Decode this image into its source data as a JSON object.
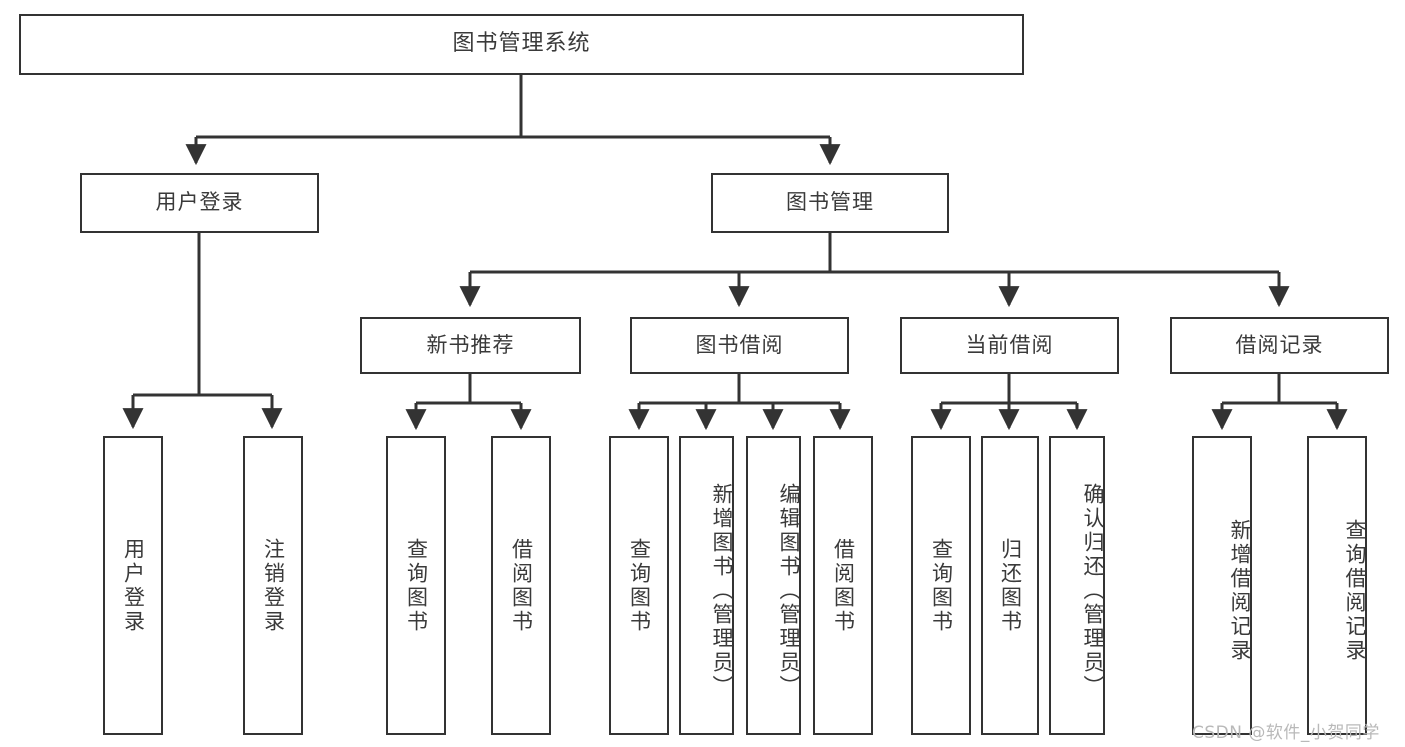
{
  "diagram": {
    "title": "图书管理系统",
    "type": "tree-hierarchy-diagram",
    "colors": {
      "box_border": "#333333",
      "box_fill": "#ffffff",
      "connector": "#333333",
      "text": "#3a3a3a",
      "watermark": "#b9b9b9",
      "background": "#ffffff"
    },
    "nodes": {
      "root": {
        "label": "图书管理系统"
      },
      "level2": [
        {
          "label": "用户登录"
        },
        {
          "label": "图书管理"
        }
      ],
      "level3": [
        {
          "label": "新书推荐"
        },
        {
          "label": "图书借阅"
        },
        {
          "label": "当前借阅"
        },
        {
          "label": "借阅记录"
        }
      ],
      "leaves": {
        "user_login": [
          {
            "label": "用户登录"
          },
          {
            "label": "注销登录"
          }
        ],
        "new_book_recommend": [
          {
            "label": "查询图书"
          },
          {
            "label": "借阅图书"
          }
        ],
        "book_borrow": [
          {
            "label": "查询图书"
          },
          {
            "label": "新增图书（管理员）"
          },
          {
            "label": "编辑图书（管理员）"
          },
          {
            "label": "借阅图书"
          }
        ],
        "current_borrow": [
          {
            "label": "查询图书"
          },
          {
            "label": "归还图书"
          },
          {
            "label": "确认归还（管理员）"
          }
        ],
        "borrow_record": [
          {
            "label": "新增借阅记录"
          },
          {
            "label": "查询借阅记录"
          }
        ]
      }
    },
    "watermark": "CSDN @软件_小贺同学"
  }
}
